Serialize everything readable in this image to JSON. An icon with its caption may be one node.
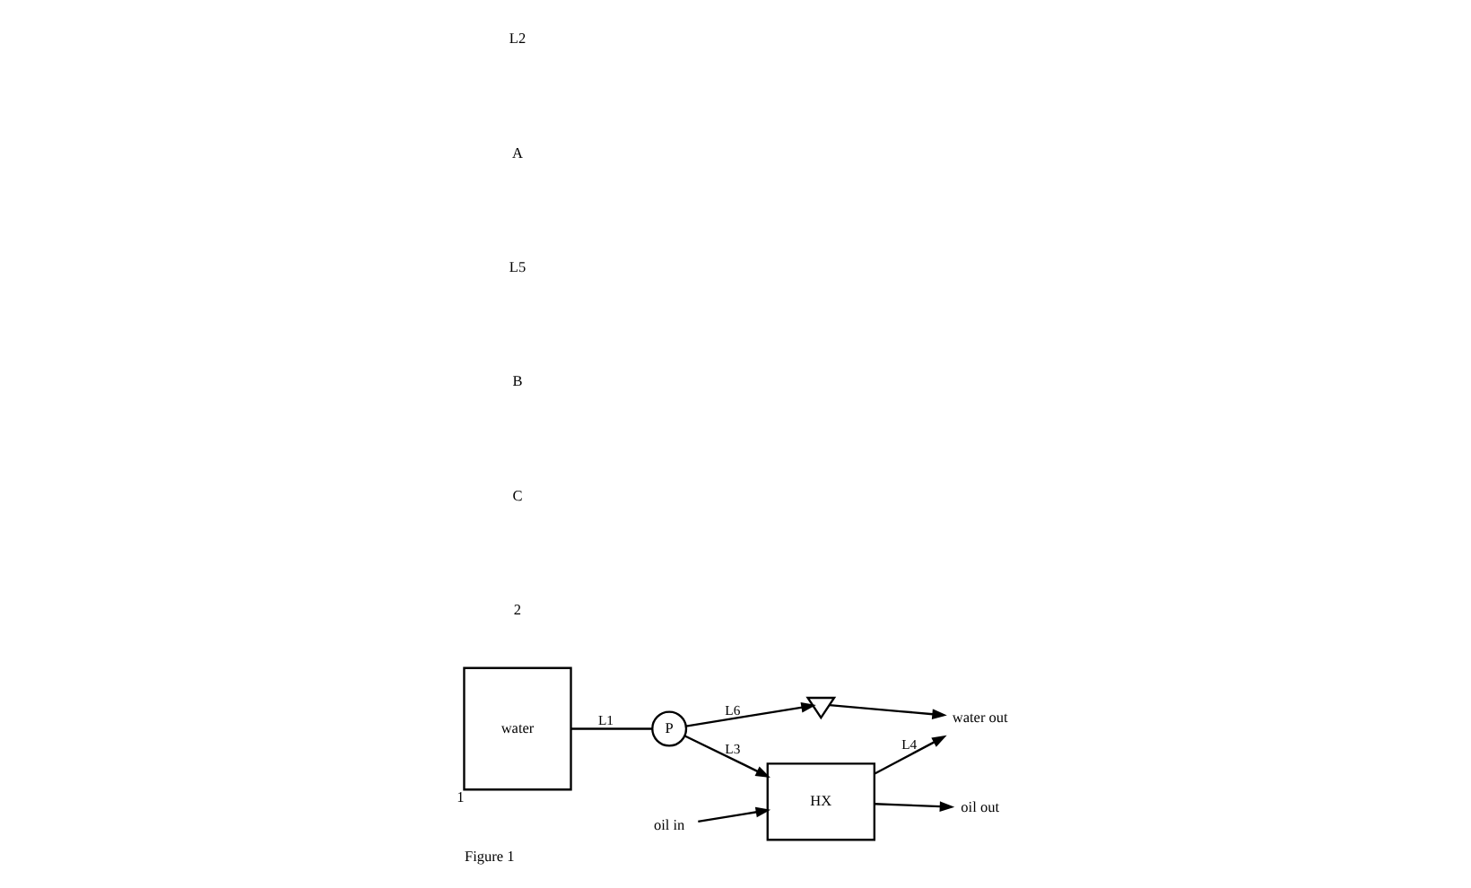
{
  "diagram": {
    "caption": "Figure 1",
    "nodes": [
      {
        "text": [
          "water"
        ],
        "beside": [
          "1"
        ]
      },
      {
        "text": [
          "P"
        ]
      },
      {
        "text": [],
        "shape": "valve"
      },
      {
        "text": [
          "HX"
        ]
      },
      {
        "text": [
          "water out"
        ]
      },
      {
        "text": [
          "oil out"
        ]
      },
      {
        "text": [
          "oil in"
        ]
      }
    ],
    "edges": [
      {
        "from": 0,
        "to": 1,
        "arrow": "none",
        "label": "L1"
      },
      {
        "from": 1,
        "to": 3,
        "arrow": "to",
        "label": "L3"
      },
      {
        "from": 1,
        "to": 2,
        "arrow": "to",
        "label": "L6"
      },
      {
        "from": 2,
        "to": 4,
        "arrow": "to"
      },
      {
        "from": 3,
        "to": 4,
        "arrow": "to",
        "label": "L4"
      },
      {
        "from": 6,
        "to": 3,
        "arrow": "to"
      },
      {
        "from": 3,
        "to": 5,
        "arrow": "to"
      }
    ],
    "labels": [
      "L2",
      "A",
      "L5",
      "B",
      "C",
      "2"
    ]
  }
}
